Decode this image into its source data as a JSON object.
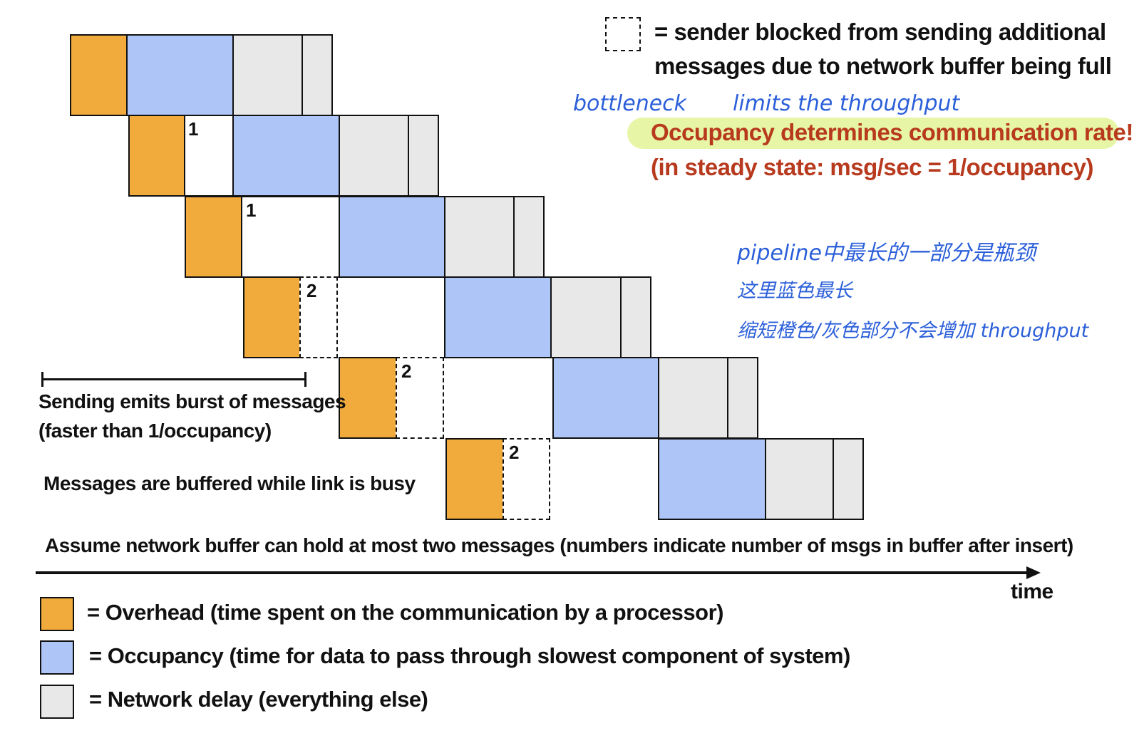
{
  "legend_top": {
    "line1": "= sender blocked from sending additional",
    "line2": "messages due to network buffer being full"
  },
  "annotations": {
    "bottleneck": "bottleneck",
    "limits": "limits the throughput",
    "highlight": "Occupancy determines communication rate!",
    "steady": "(in steady state: msg/sec = 1/occupancy)",
    "cn1": "pipeline中最长的一部分是瓶颈",
    "cn2": "这里蓝色最长",
    "cn3": "缩短橙色/灰色部分不会增加 throughput"
  },
  "buffer_counts": [
    "1",
    "1",
    "2",
    "2",
    "2"
  ],
  "notes": {
    "burst1": "Sending emits burst of messages",
    "burst2": "(faster than 1/occupancy)",
    "buffered": "Messages are buffered while link is busy",
    "assume": "Assume network buffer can hold at most two messages (numbers indicate number of msgs in buffer after insert)"
  },
  "axis": {
    "label": "time"
  },
  "legend": [
    {
      "label": "= Overhead  (time spent on the communication by a processor)",
      "color": "#F0AB3C"
    },
    {
      "label": "= Occupancy (time for data to pass through slowest component of system)",
      "color": "#AEC6F7"
    },
    {
      "label": "= Network delay (everything else)",
      "color": "#E8E8E8"
    }
  ]
}
